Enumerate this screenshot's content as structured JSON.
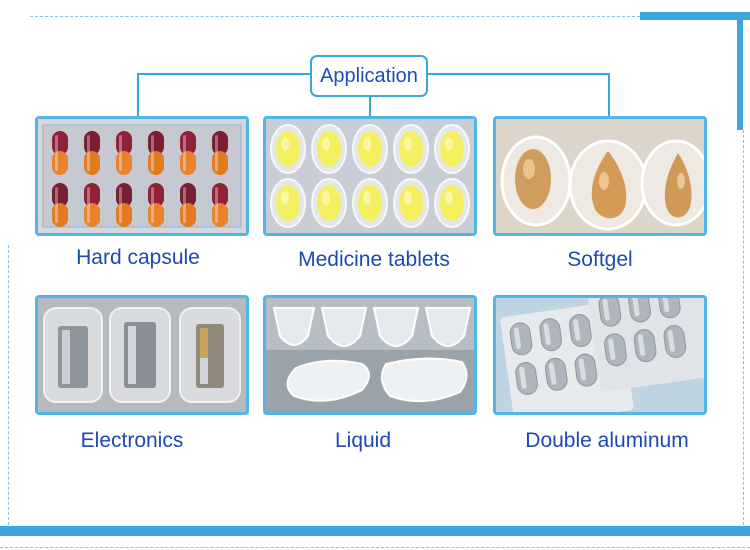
{
  "title": "Application",
  "items": [
    {
      "label": "Hard capsule",
      "icon": "hard-capsule-icon"
    },
    {
      "label": "Medicine tablets",
      "icon": "tablet-icon"
    },
    {
      "label": "Softgel",
      "icon": "softgel-icon"
    },
    {
      "label": "Electronics",
      "icon": "electronic-part-icon"
    },
    {
      "label": "Liquid",
      "icon": "liquid-pouch-icon"
    },
    {
      "label": "Double aluminum",
      "icon": "aluminum-blister-icon"
    }
  ],
  "colors": {
    "accent": "#3ea6dc",
    "frame": "#4fb6e6",
    "label_text": "#1d49b5"
  }
}
